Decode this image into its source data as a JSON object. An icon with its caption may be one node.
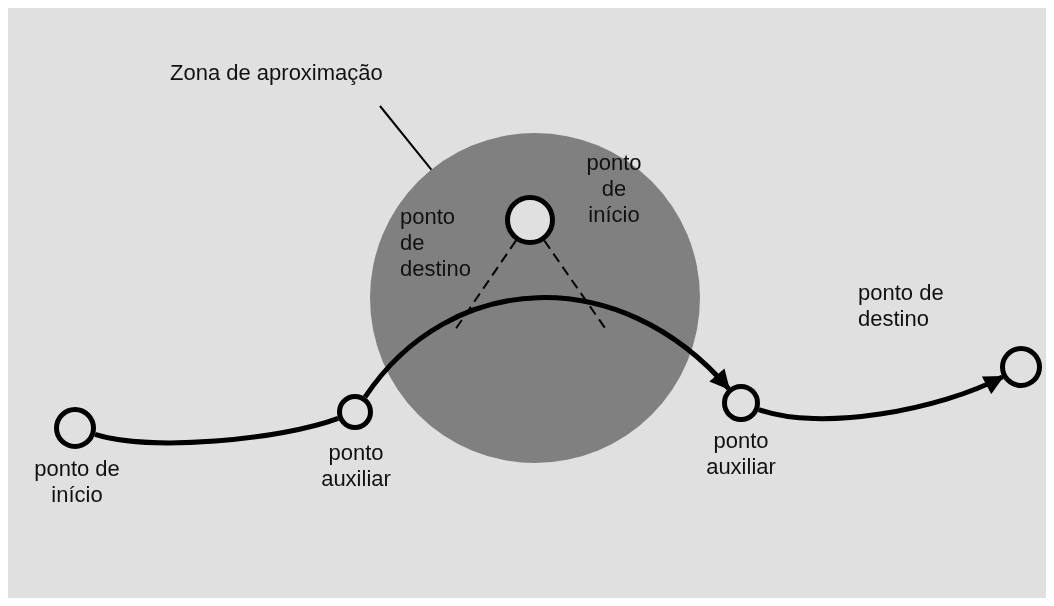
{
  "diagram": {
    "nodes": [
      {
        "text": [
          "Zona de aproximação"
        ]
      },
      {
        "text": [],
        "shape": "circle"
      },
      {
        "text": [],
        "shape": "circle",
        "beside": [
          "ponto de início"
        ]
      },
      {
        "text": [],
        "shape": "circle",
        "beside": [
          "ponto auxiliar"
        ]
      },
      {
        "text": [],
        "shape": "circle",
        "in": 1,
        "beside": [
          "ponto de destino",
          "ponto de início"
        ]
      },
      {
        "text": [],
        "shape": "circle",
        "beside": [
          "ponto auxiliar"
        ]
      },
      {
        "text": [],
        "shape": "circle",
        "beside": [
          "ponto de destino"
        ]
      }
    ],
    "edges": [
      {
        "from": 0,
        "to": 1,
        "arrow": "none"
      },
      {
        "from": 2,
        "to": 3,
        "arrow": "none",
        "style": "thick"
      },
      {
        "from": 3,
        "to": 5,
        "arrow": "to",
        "style": "thick"
      },
      {
        "from": 5,
        "to": 6,
        "arrow": "to",
        "style": "thick"
      },
      {
        "from": 4,
        "to": null,
        "arrow": "none",
        "style": "dashed"
      },
      {
        "from": 4,
        "to": null,
        "arrow": "none",
        "style": "dashed"
      }
    ]
  }
}
